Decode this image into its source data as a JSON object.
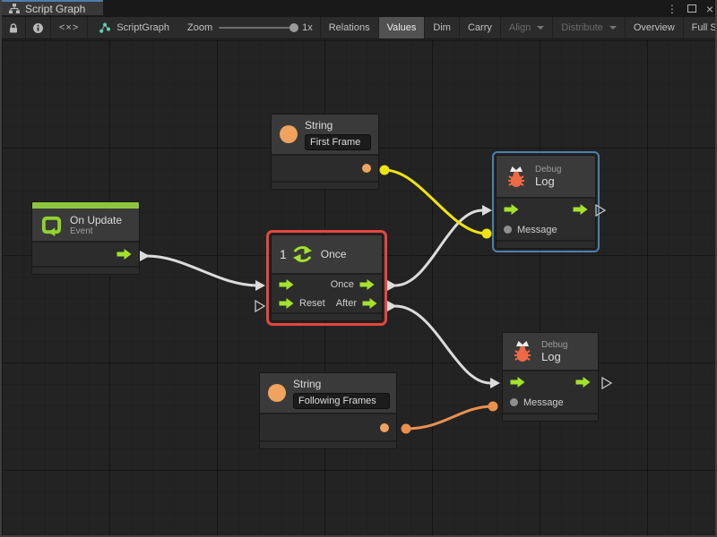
{
  "tab": {
    "title": "Script Graph"
  },
  "window_controls": {
    "menu": "⋮",
    "close": "×"
  },
  "toolbar": {
    "left_icons": [
      "lock-icon",
      "info-icon",
      "code-icon"
    ],
    "code_glyph": "<×>",
    "graph_name": "ScriptGraph",
    "zoom": {
      "label": "Zoom",
      "value": "1x"
    },
    "buttons": [
      {
        "label": "Relations",
        "state": "normal"
      },
      {
        "label": "Values",
        "state": "active"
      },
      {
        "label": "Dim",
        "state": "normal"
      },
      {
        "label": "Carry",
        "state": "normal"
      },
      {
        "label": "Align",
        "state": "disabled",
        "dropdown": true
      },
      {
        "label": "Distribute",
        "state": "disabled",
        "dropdown": true
      },
      {
        "label": "Overview",
        "state": "normal"
      },
      {
        "label": "Full Screen",
        "state": "normal"
      }
    ]
  },
  "graph": {
    "nodes": {
      "string_first": {
        "title": "String",
        "value": "First Frame"
      },
      "string_following": {
        "title": "String",
        "value": "Following Frames"
      },
      "on_update": {
        "title": "On Update",
        "subtitle": "Event"
      },
      "once": {
        "badge": "1",
        "title": "Once",
        "port_out_once": "Once",
        "port_in_reset": "Reset",
        "port_out_after": "After"
      },
      "debug_top": {
        "category": "Debug",
        "title": "Log",
        "port_message": "Message"
      },
      "debug_bottom": {
        "category": "Debug",
        "title": "Log",
        "port_message": "Message"
      }
    },
    "connections": [
      {
        "from": "on_update.flow_out",
        "to": "once.flow_in",
        "color": "#dcdcdc"
      },
      {
        "from": "once.once_out",
        "to": "debug_top.flow_in",
        "color": "#dcdcdc"
      },
      {
        "from": "once.after_out",
        "to": "debug_bottom.flow_in",
        "color": "#dcdcdc"
      },
      {
        "from": "string_first.value_out",
        "to": "debug_top.message",
        "color": "#efe30e"
      },
      {
        "from": "string_following.value_out",
        "to": "debug_bottom.message",
        "color": "#e8914e"
      }
    ]
  },
  "colors": {
    "flow_green": "#a4e22c",
    "event_green_bar": "#8cc63f",
    "string_orange": "#f0a35e",
    "bug_orange": "#ed6a45",
    "wire_white": "#dcdcdc",
    "wire_yellow": "#efe30e",
    "wire_orange": "#e8914e",
    "selection_red": "#e5473c",
    "selection_blue": "#4e7fae",
    "tab_accent_blue": "#4c7cad"
  }
}
